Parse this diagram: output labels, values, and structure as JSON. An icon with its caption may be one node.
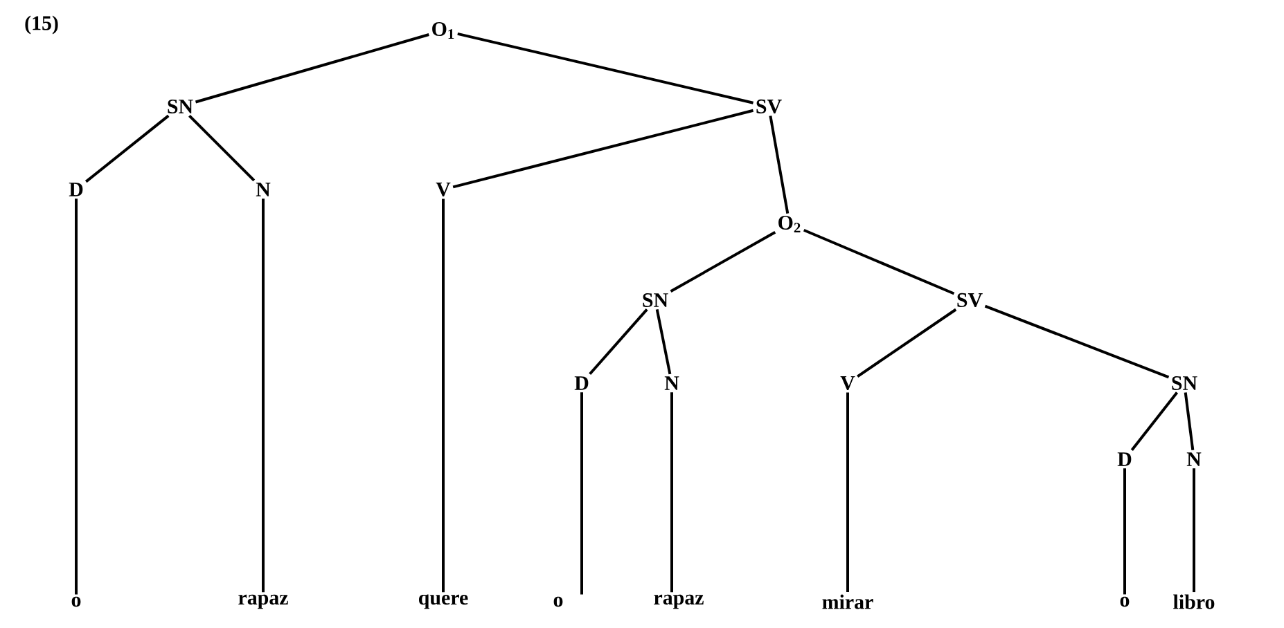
{
  "diagram": {
    "nodes": [
      {
        "text": [
          "O$_{1}$"
        ]
      },
      {
        "text": [
          "SN"
        ]
      },
      {
        "text": [
          "SV"
        ]
      },
      {
        "text": [
          "D"
        ]
      },
      {
        "text": [
          "N"
        ]
      },
      {
        "text": [
          "V"
        ]
      },
      {
        "text": [
          "O$_{2}$"
        ]
      },
      {
        "text": [
          "SN"
        ]
      },
      {
        "text": [
          "SV"
        ]
      },
      {
        "text": [
          "D"
        ]
      },
      {
        "text": [
          "N"
        ]
      },
      {
        "text": [
          "V"
        ]
      },
      {
        "text": [
          "SN"
        ]
      },
      {
        "text": [
          "D"
        ]
      },
      {
        "text": [
          "N"
        ]
      },
      {
        "text": [
          "o"
        ]
      },
      {
        "text": [
          "rapaz"
        ]
      },
      {
        "text": [
          "quere"
        ]
      },
      {
        "text": [
          "o"
        ]
      },
      {
        "text": [
          "rapaz"
        ]
      },
      {
        "text": [
          "mirar"
        ]
      },
      {
        "text": [
          "o"
        ]
      },
      {
        "text": [
          "libro"
        ]
      }
    ],
    "edges": [
      {
        "from": 0,
        "to": 1,
        "arrow": "none"
      },
      {
        "from": 0,
        "to": 2,
        "arrow": "none"
      },
      {
        "from": 1,
        "to": 3,
        "arrow": "none"
      },
      {
        "from": 1,
        "to": 4,
        "arrow": "none"
      },
      {
        "from": 2,
        "to": 5,
        "arrow": "none"
      },
      {
        "from": 2,
        "to": 6,
        "arrow": "none"
      },
      {
        "from": 6,
        "to": 7,
        "arrow": "none"
      },
      {
        "from": 6,
        "to": 8,
        "arrow": "none"
      },
      {
        "from": 7,
        "to": 9,
        "arrow": "none"
      },
      {
        "from": 7,
        "to": 10,
        "arrow": "none"
      },
      {
        "from": 8,
        "to": 11,
        "arrow": "none"
      },
      {
        "from": 8,
        "to": 12,
        "arrow": "none"
      },
      {
        "from": 12,
        "to": 13,
        "arrow": "none"
      },
      {
        "from": 12,
        "to": 14,
        "arrow": "none"
      },
      {
        "from": 3,
        "to": 15,
        "arrow": "none"
      },
      {
        "from": 4,
        "to": 16,
        "arrow": "none"
      },
      {
        "from": 5,
        "to": 17,
        "arrow": "none"
      },
      {
        "from": 9,
        "to": 18,
        "arrow": "none"
      },
      {
        "from": 10,
        "to": 19,
        "arrow": "none"
      },
      {
        "from": 11,
        "to": 20,
        "arrow": "none"
      },
      {
        "from": 13,
        "to": 21,
        "arrow": "none"
      },
      {
        "from": 14,
        "to": 22,
        "arrow": "none"
      }
    ],
    "labels": [
      "(15)"
    ]
  }
}
